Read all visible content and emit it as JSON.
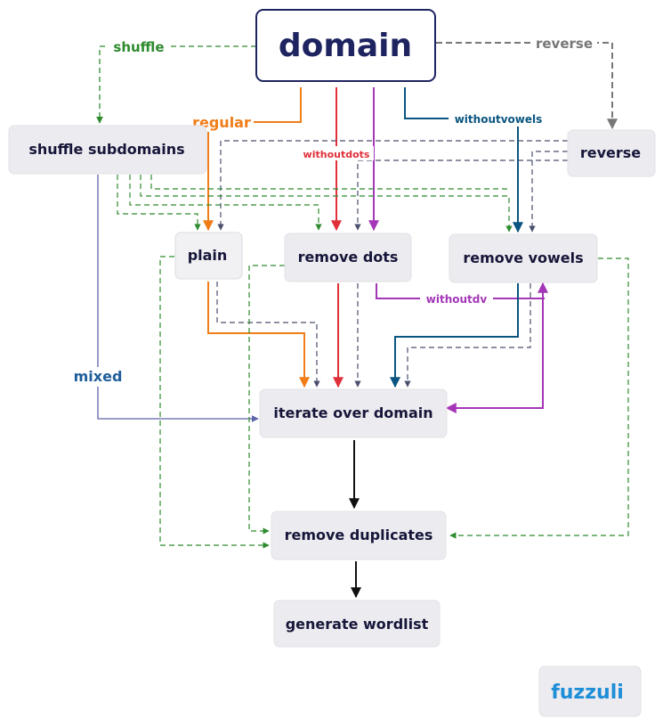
{
  "nodes": {
    "domain": "domain",
    "shuffle_subdomains": "shuffle subdomains",
    "reverse": "reverse",
    "plain": "plain",
    "remove_dots": "remove dots",
    "remove_vowels": "remove vowels",
    "iterate_over_domain": "iterate over domain",
    "remove_duplicates": "remove duplicates",
    "generate_wordlist": "generate wordlist"
  },
  "edge_labels": {
    "shuffle": "shuffle",
    "reverse": "reverse",
    "regular": "regular",
    "withoutdots": "withoutdots",
    "withoutvowels": "withoutvowels",
    "withoutdv": "withoutdv",
    "mixed": "mixed"
  },
  "logo": "fuzzuli",
  "colors": {
    "shuffle": "#2e8b2e",
    "reverse": "#777777",
    "regular": "#f07d18",
    "withoutdots": "#e0303a",
    "withoutvowels": "#0a5580",
    "withoutdv": "#a436b8",
    "mixed": "#5c65a8",
    "reverse_edges": "#4a4f6e",
    "flow": "#111111",
    "title": "#1e2460",
    "logo": "#1e8ed8"
  }
}
